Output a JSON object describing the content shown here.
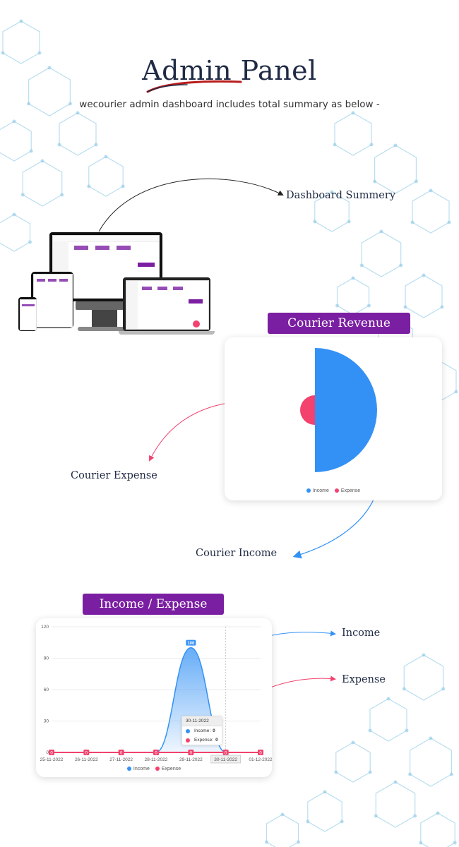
{
  "header": {
    "title": "Admin Panel",
    "subtitle": "wecourier admin dashboard includes total summary as below -"
  },
  "callouts": {
    "dashboard_summary": "Dashboard Summery",
    "courier_expense": "Courier Expense",
    "courier_income": "Courier Income",
    "income": "Income",
    "expense": "Expense"
  },
  "sections": {
    "courier_revenue": "Courier Revenue",
    "income_expense": "Income / Expense"
  },
  "colors": {
    "brand": "#7b1fa2",
    "income": "#3391f5",
    "expense": "#f2426d"
  },
  "revenue_legend": {
    "income": "Income",
    "expense": "Expense"
  },
  "tooltip": {
    "date": "30-11-2022",
    "income_label": "Income:",
    "income_value": "0",
    "expense_label": "Expense:",
    "expense_value": "0"
  },
  "chart_data": [
    {
      "type": "pie",
      "title": "",
      "slices": [
        {
          "name": "Income",
          "value": 100
        },
        {
          "name": "Expense",
          "value": 0
        }
      ],
      "legend": "bottom"
    },
    {
      "type": "area",
      "title": "",
      "x": [
        "25-11-2022",
        "26-11-2022",
        "27-11-2022",
        "28-11-2022",
        "29-11-2022",
        "30-11-2022",
        "01-12-2022"
      ],
      "series": [
        {
          "name": "Income",
          "values": [
            0,
            0,
            0,
            0,
            100,
            0,
            0
          ]
        },
        {
          "name": "Expense",
          "values": [
            0,
            0,
            0,
            0,
            0,
            0,
            0
          ]
        }
      ],
      "yticks": [
        "0",
        "30",
        "60",
        "90",
        "120"
      ],
      "ylim": [
        0,
        120
      ],
      "data_labels": {
        "income": [
          "100"
        ],
        "expense": [
          "0",
          "0",
          "0",
          "0",
          "0",
          "0",
          "0"
        ]
      },
      "highlighted_x": "30-11-2022",
      "grid": true,
      "legend": "bottom"
    }
  ]
}
